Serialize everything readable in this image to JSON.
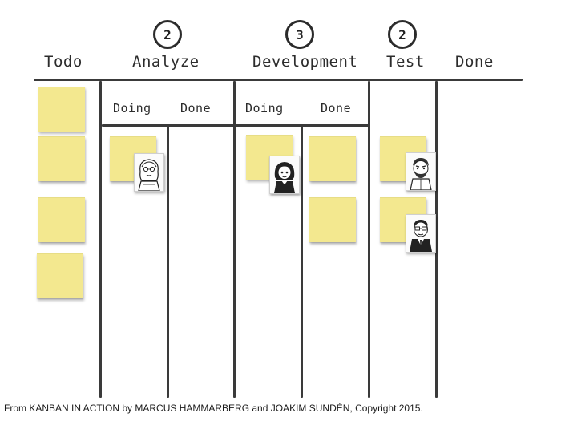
{
  "columns": {
    "todo": "Todo",
    "analyze": "Analyze",
    "development": "Development",
    "test": "Test",
    "done": "Done"
  },
  "wip_limits": {
    "analyze": "2",
    "development": "3",
    "test": "2"
  },
  "subcolumns": {
    "analyze_doing": "Doing",
    "analyze_done": "Done",
    "development_doing": "Doing",
    "development_done": "Done"
  },
  "cards": {
    "todo_count": 4,
    "analyze_doing_count": 1,
    "analyze_done_count": 0,
    "development_doing_count": 1,
    "development_done_count": 2,
    "test_count": 2,
    "done_count": 0
  },
  "avatars": [
    "avatar-girl-icon",
    "avatar-girl-dark-hair-icon",
    "avatar-bearded-man-icon",
    "avatar-man-glasses-icon"
  ],
  "colors": {
    "sticky_note": "#f3e88f",
    "board_lines": "#3a3a3a"
  },
  "credit": "From KANBAN IN ACTION by MARCUS HAMMARBERG and JOAKIM SUNDÉN, Copyright 2015."
}
